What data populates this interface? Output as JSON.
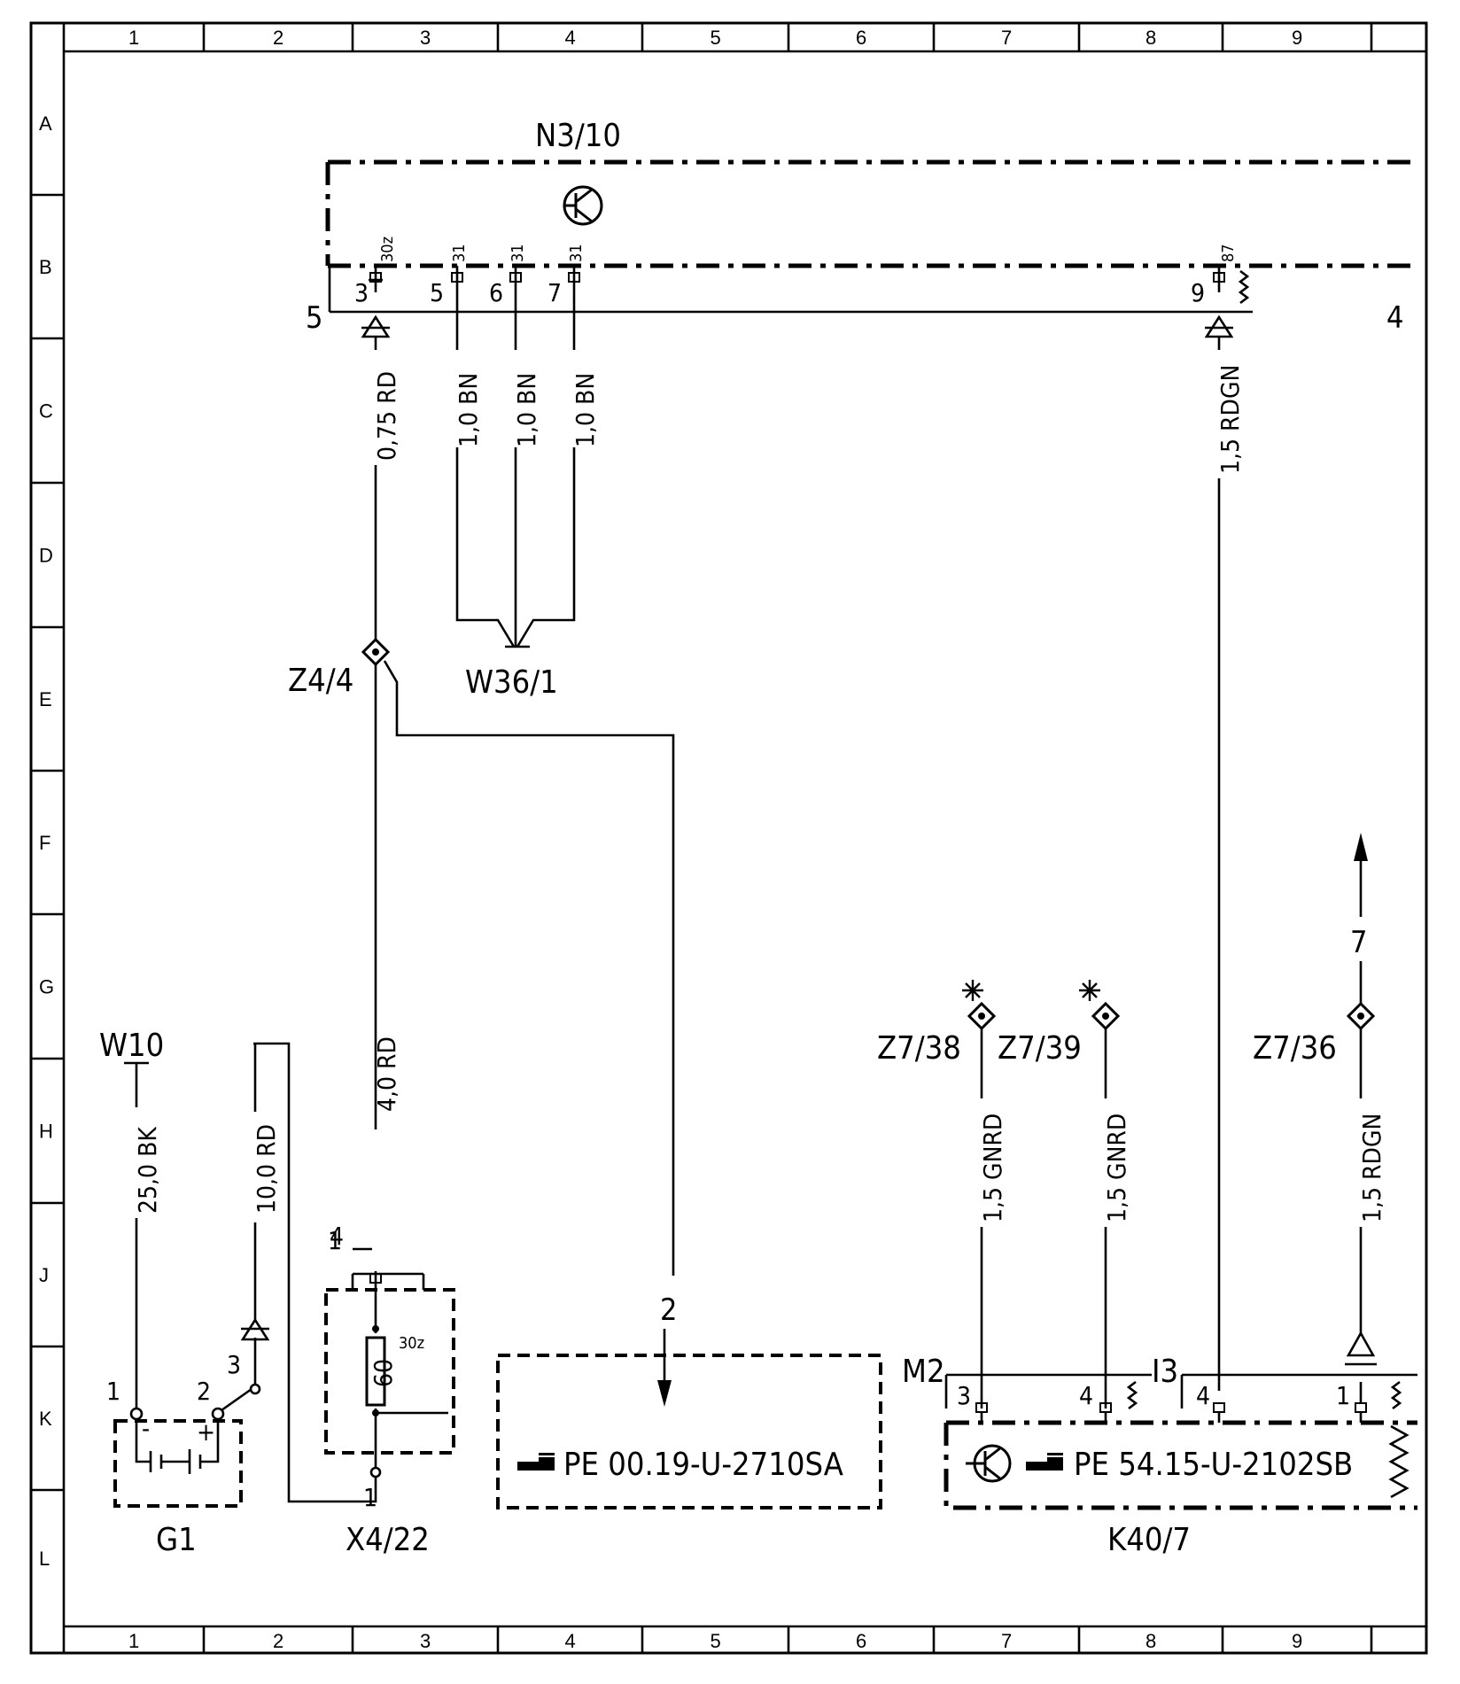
{
  "grid": {
    "columns": [
      "1",
      "2",
      "3",
      "4",
      "5",
      "6",
      "7",
      "8",
      "9"
    ],
    "rows": [
      "A",
      "B",
      "C",
      "D",
      "E",
      "F",
      "G",
      "H",
      "J",
      "K",
      "L"
    ]
  },
  "components": {
    "n3_10": {
      "ref": "N3/10",
      "pins": [
        {
          "num": "3",
          "term": "30z",
          "wire": "0,75 RD"
        },
        {
          "num": "5",
          "term": "31",
          "wire": "1,0 BN"
        },
        {
          "num": "6",
          "term": "31",
          "wire": "1,0 BN"
        },
        {
          "num": "7",
          "term": "31",
          "wire": "1,0 BN"
        },
        {
          "num": "9",
          "term": "87",
          "wire": "1,5 RDGN"
        }
      ],
      "conn": "5",
      "right_num": "4"
    },
    "z4_4": {
      "ref": "Z4/4"
    },
    "w36_1": {
      "ref": "W36/1"
    },
    "w10": {
      "ref": "W10",
      "wire": "25,0 BK"
    },
    "g1": {
      "ref": "G1",
      "pin1": "1",
      "pin2": "2",
      "minus": "-",
      "plus": "+"
    },
    "g1_switch": {
      "pin3": "3",
      "wire": "10,0 RD"
    },
    "x4_22": {
      "ref": "X4/22",
      "pin_top": "4",
      "pin_bottom": "1",
      "pin_left": "1",
      "fuse": "60",
      "term": "30z",
      "wire": "4,0 RD"
    },
    "pe1": {
      "ref": "PE 00.19-U-2710SA",
      "arrow_num": "2"
    },
    "k40_7": {
      "ref": "K40/7",
      "pe": "PE 54.15-U-2102SB",
      "m2": "M2",
      "i3": "I3",
      "pins": [
        "3",
        "4",
        "4",
        "1"
      ]
    },
    "z7_38": {
      "ref": "Z7/38",
      "wire": "1,5 GNRD"
    },
    "z7_39": {
      "ref": "Z7/39",
      "wire": "1,5 GNRD"
    },
    "z7_36": {
      "ref": "Z7/36",
      "wire": "1,5 RDGN",
      "arrow_num": "7"
    }
  }
}
